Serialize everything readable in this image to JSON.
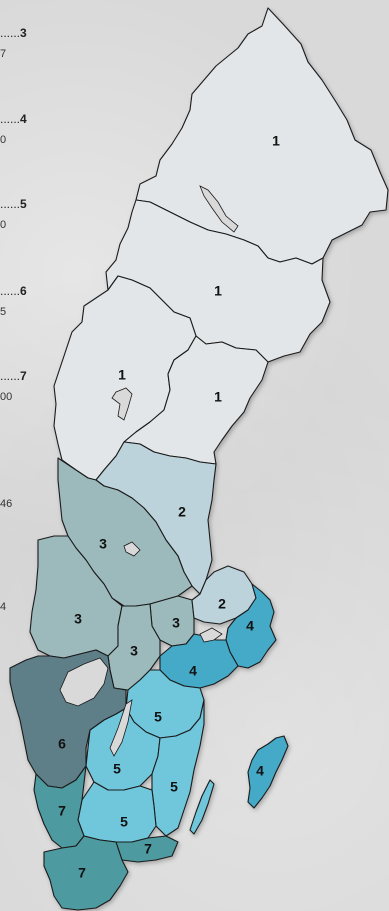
{
  "legend": [
    {
      "dots": "......",
      "number": "3",
      "sub": "7"
    },
    {
      "dots": "......",
      "number": "4",
      "sub": "0"
    },
    {
      "dots": "......",
      "number": "5",
      "sub": "0"
    },
    {
      "dots": "......",
      "number": "6",
      "sub": "5"
    },
    {
      "dots": "......",
      "number": "7",
      "sub": "00"
    }
  ],
  "side_numbers": [
    "46",
    "4"
  ],
  "colors": {
    "1": "#e3e6e8",
    "2": "#bdd3dc",
    "3": "#9cbabb",
    "4": "#45a9c8",
    "5": "#70c7dc",
    "6": "#5e7f88",
    "7": "#4e9aa0"
  },
  "regions": [
    {
      "id": "norrbotten",
      "category": "1",
      "label": "1"
    },
    {
      "id": "vasterbotten",
      "category": "1",
      "label": "1"
    },
    {
      "id": "jamtland",
      "category": "1",
      "label": "1"
    },
    {
      "id": "vasternorrland",
      "category": "1",
      "label": "1"
    },
    {
      "id": "gavleborg",
      "category": "2",
      "label": "2"
    },
    {
      "id": "uppsala",
      "category": "2",
      "label": "2"
    },
    {
      "id": "dalarna",
      "category": "3",
      "label": "3"
    },
    {
      "id": "varmland",
      "category": "3",
      "label": "3"
    },
    {
      "id": "orebro",
      "category": "3",
      "label": "3"
    },
    {
      "id": "vastmanland",
      "category": "3",
      "label": "3"
    },
    {
      "id": "stockholm",
      "category": "4",
      "label": "4"
    },
    {
      "id": "sodermanland",
      "category": "4",
      "label": "4"
    },
    {
      "id": "gotland",
      "category": "4",
      "label": "4"
    },
    {
      "id": "ostergotland",
      "category": "5",
      "label": "5"
    },
    {
      "id": "jonkoping",
      "category": "5",
      "label": "5"
    },
    {
      "id": "kalmar",
      "category": "5",
      "label": "5"
    },
    {
      "id": "kronoberg",
      "category": "5",
      "label": "5"
    },
    {
      "id": "vastra-gotaland",
      "category": "6",
      "label": "6"
    },
    {
      "id": "halland",
      "category": "7",
      "label": "7"
    },
    {
      "id": "blekinge",
      "category": "7",
      "label": "7"
    },
    {
      "id": "skane",
      "category": "7",
      "label": "7"
    }
  ]
}
